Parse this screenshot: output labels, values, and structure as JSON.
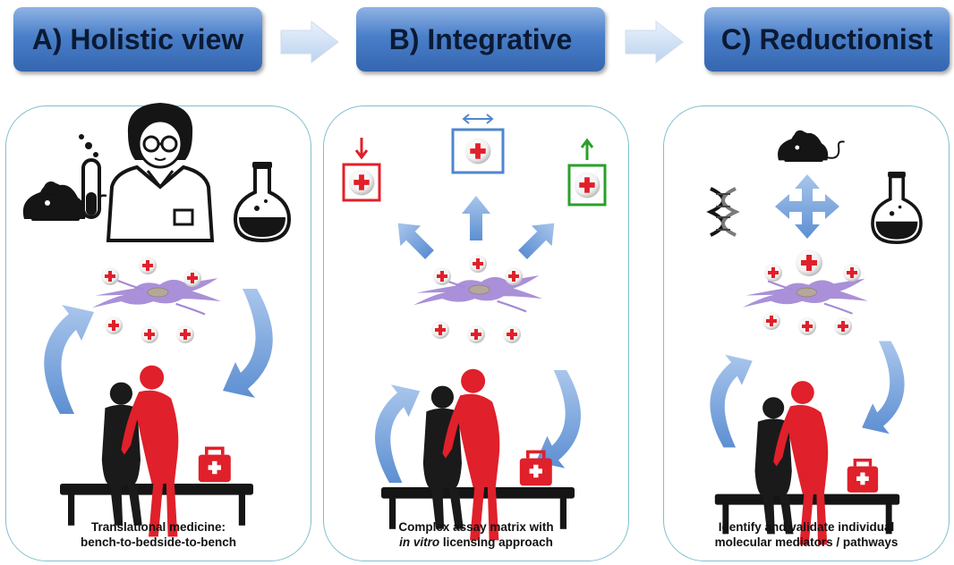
{
  "headers": {
    "a": "A) Holistic view",
    "b": "B) Integrative",
    "c": "C) Reductionist"
  },
  "captions": {
    "a_line1": "Translational medicine:",
    "a_line2": "bench-to-bedside-to-bench",
    "b_line1": "Complex assay matrix with",
    "b_line2_em": "in vitro",
    "b_line2_rest": " licensing approach",
    "c_line1": "Identify and validate individual",
    "c_line2": "molecular mediators / pathways"
  },
  "colors": {
    "header_blue": "#4a7fc9",
    "arrow_blue": "#7aa6dc",
    "panel_border": "#7fbfd0",
    "cell_purple": "#9a7fd0",
    "medic_red": "#e0202a",
    "patient_black": "#1a1a1a",
    "box_red": "#e0202a",
    "box_blue": "#4f86cf",
    "box_green": "#2aa02a"
  },
  "icons": [
    "mouse-icon",
    "scientist-icon",
    "flask-icon",
    "dna-icon",
    "cross-arrows-icon",
    "first-aid-kit-icon",
    "cell-icon",
    "medical-cross-icon"
  ]
}
